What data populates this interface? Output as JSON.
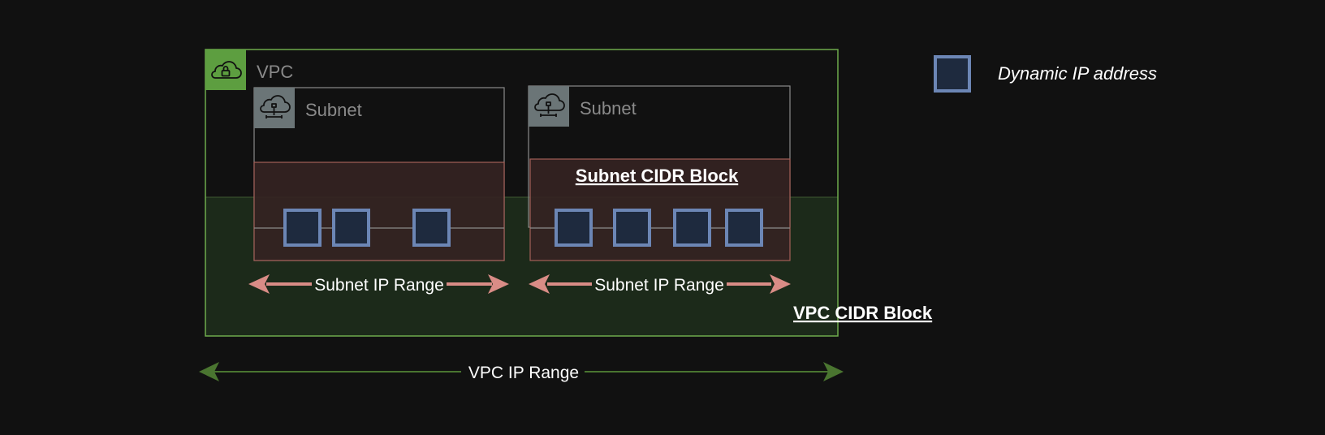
{
  "vpc": {
    "label": "VPC",
    "cidr_label": "VPC CIDR Block",
    "range_label": "VPC IP Range",
    "icon": "cloud-lock-icon"
  },
  "subnets": [
    {
      "label": "Subnet",
      "range_label": "Subnet IP Range",
      "cidr_label": "",
      "ip_count": 3,
      "icon": "cloud-network-icon"
    },
    {
      "label": "Subnet",
      "range_label": "Subnet IP Range",
      "cidr_label": "Subnet CIDR Block",
      "ip_count": 4,
      "icon": "cloud-network-icon"
    }
  ],
  "legend": {
    "label": "Dynamic IP address",
    "icon": "dynamic-ip-square-icon"
  },
  "colors": {
    "background": "#111111",
    "vpc_border": "#6eab4c",
    "vpc_icon_bg": "#5d9e40",
    "vpc_cidr_fill": "#1c2a1a",
    "vpc_arrow": "#4a7530",
    "subnet_border": "#8a8a8a",
    "subnet_icon_bg": "#6b7577",
    "subnet_cidr_fill": "#342322",
    "subnet_cidr_border": "#a35f58",
    "subnet_arrow": "#d98c86",
    "ip_fill": "#1e2a3e",
    "ip_border": "#6c86b5",
    "text_light": "#ffffff",
    "text_dim": "#8a8a8a"
  }
}
